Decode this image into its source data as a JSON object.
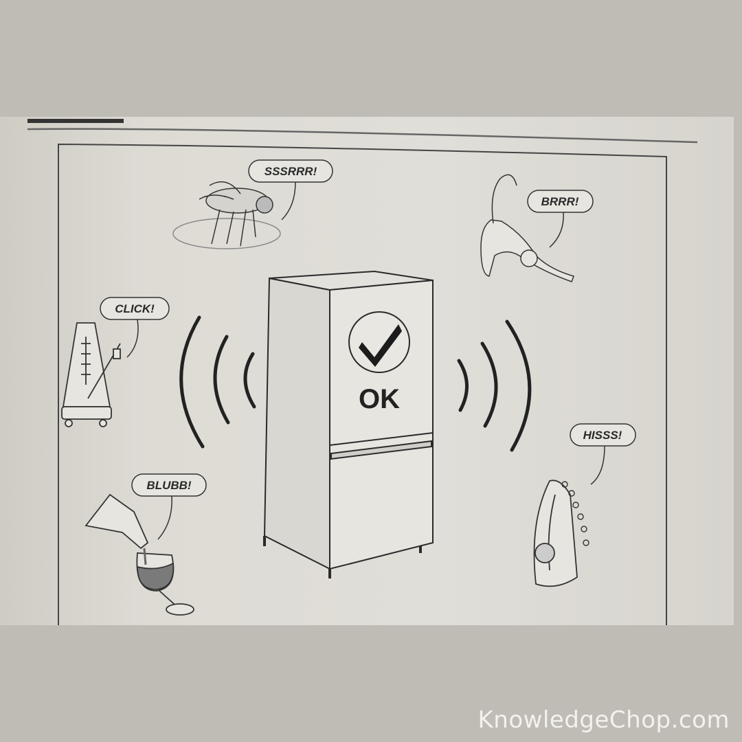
{
  "illustration": {
    "fridge_status": "OK",
    "sounds": {
      "fly": "SSSRRR!",
      "cat": "BRRR!",
      "metronome": "CLICK!",
      "iron": "HISSS!",
      "wine": "BLUBB!"
    }
  },
  "watermark": "KnowledgeChop.com",
  "colors": {
    "background": "#bfbbb5",
    "paper": "#dddbd4",
    "ink": "#2a2a2a"
  }
}
